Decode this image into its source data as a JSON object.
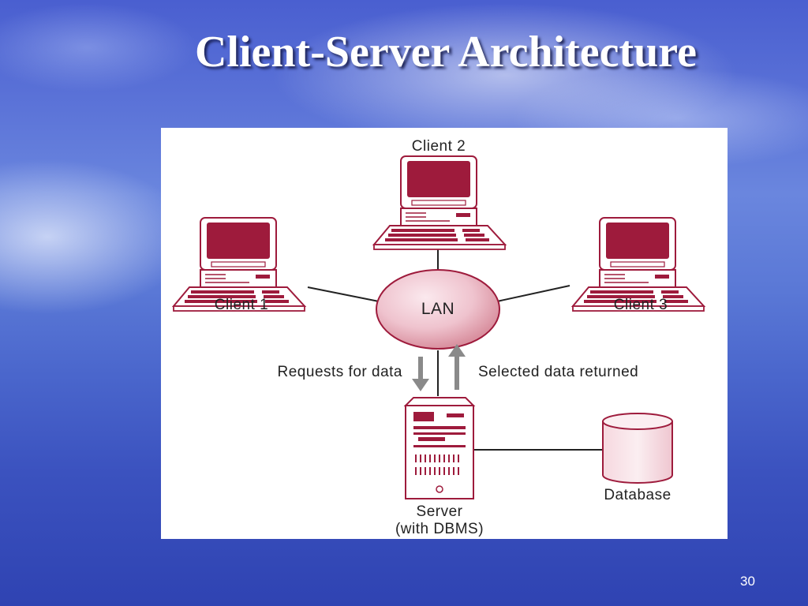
{
  "slide": {
    "title": "Client-Server Architecture",
    "page_number": "30"
  },
  "diagram": {
    "nodes": {
      "client1": "Client 1",
      "client2": "Client 2",
      "client3": "Client 3",
      "lan": "LAN",
      "server_line1": "Server",
      "server_line2": "(with DBMS)",
      "database": "Database"
    },
    "arrows": {
      "request": "Requests for data",
      "response": "Selected data returned"
    },
    "colors": {
      "device": "#9e1b3c",
      "lan_fill": "#e8b6c2",
      "arrow": "#8a8a8a",
      "line": "#222222"
    }
  }
}
